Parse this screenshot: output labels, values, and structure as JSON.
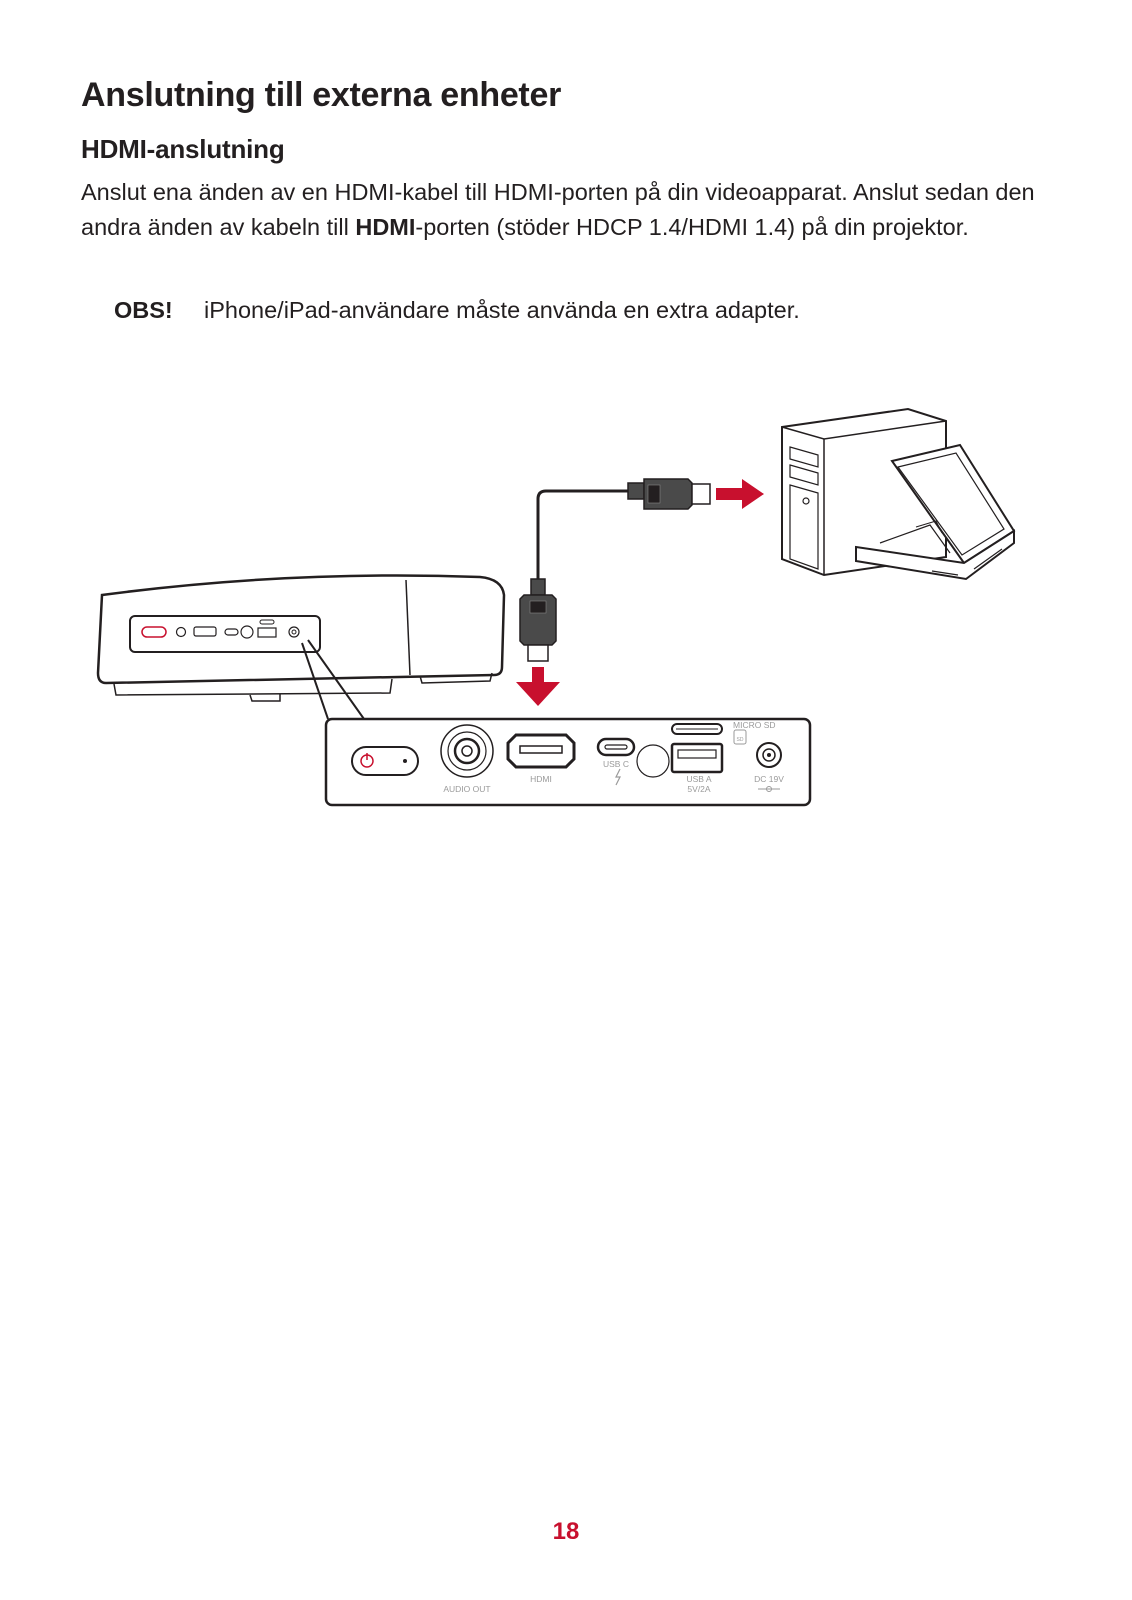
{
  "page": {
    "title": "Anslutning till externa enheter",
    "section_title": "HDMI-anslutning",
    "paragraph": {
      "part1": "Anslut ena änden av en HDMI-kabel till HDMI-porten på din videoapparat. Anslut sedan den andra änden av kabeln till ",
      "bold": "HDMI",
      "part2": "-porten (stöder HDCP 1.4/HDMI 1.4) på din projektor."
    },
    "note": {
      "label": "OBS!",
      "text": "iPhone/iPad-användare måste använda en extra adapter."
    },
    "page_number": "18"
  },
  "diagram": {
    "ports": {
      "audio_out": "AUDIO OUT",
      "hdmi": "HDMI",
      "usb_c": "USB C",
      "micro_sd": "MICRO SD",
      "sd_icon": "SD",
      "usb_a": "USB A",
      "usb_a_rating": "5V/2A",
      "dc": "DC 19V"
    },
    "colors": {
      "accent": "#c8102e",
      "line": "#231f20",
      "port_label": "#9a9a9a"
    }
  }
}
